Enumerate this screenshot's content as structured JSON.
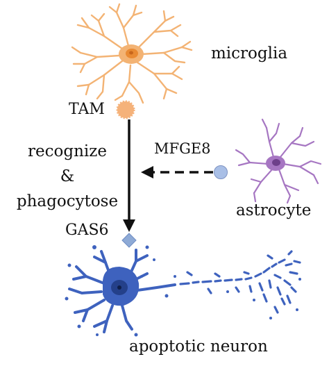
{
  "labels": {
    "microglia": "microglia",
    "tam": "TAM",
    "mfge8": "MFGE8",
    "astrocyte": "astrocyte",
    "gas6": "GAS6",
    "neuron": "apoptotic neuron",
    "process_line1": "recognize",
    "process_line2": "&",
    "process_line3": "phagocytose"
  },
  "colors": {
    "microglia": "#f3b374",
    "microglia_nucleus": "#e98a33",
    "tam_receptor": "#f5b27a",
    "astrocyte": "#a676c2",
    "astrocyte_nucleus": "#6d3f8a",
    "mfge8_ball": "#a9bfe6",
    "gas6_diamond": "#8eaad6",
    "neuron": "#3e62be",
    "neuron_nucleus": "#24408a",
    "arrow": "#111111"
  },
  "icons": [
    "microglia-cell",
    "astrocyte-cell",
    "neuron-cell"
  ]
}
